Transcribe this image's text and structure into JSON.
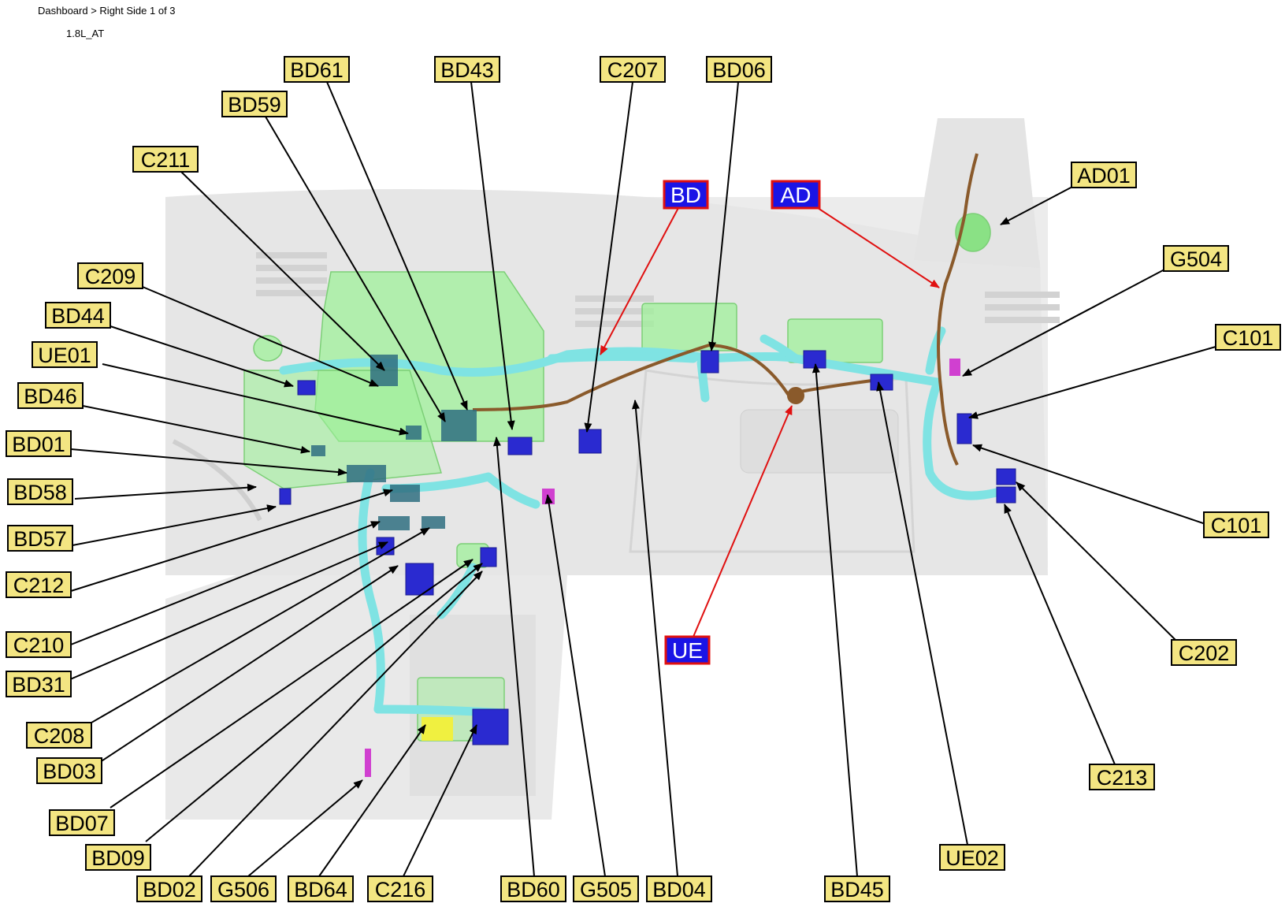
{
  "header": {
    "breadcrumb": "Dashboard > Right Side 1 of 3",
    "subtitle": "1.8L_AT"
  },
  "colors": {
    "label_fill": "#f3e582",
    "system_fill": "#1a14e6",
    "system_border": "#e01010",
    "harness_cyan": "#7fe3e3",
    "module_green": "#9ff09a",
    "ground_wire": "#8a5a2b",
    "connector_blue": "#2a2ad0",
    "ground_magenta": "#d040d0"
  },
  "system_labels": [
    {
      "id": "BD",
      "text": "BD"
    },
    {
      "id": "AD",
      "text": "AD"
    },
    {
      "id": "UE",
      "text": "UE"
    }
  ],
  "connector_labels": [
    {
      "id": "BD61",
      "text": "BD61"
    },
    {
      "id": "BD43",
      "text": "BD43"
    },
    {
      "id": "C207",
      "text": "C207"
    },
    {
      "id": "BD06",
      "text": "BD06"
    },
    {
      "id": "BD59",
      "text": "BD59"
    },
    {
      "id": "C211",
      "text": "C211"
    },
    {
      "id": "AD01",
      "text": "AD01"
    },
    {
      "id": "G504",
      "text": "G504"
    },
    {
      "id": "C101a",
      "text": "C101"
    },
    {
      "id": "C209",
      "text": "C209"
    },
    {
      "id": "BD44",
      "text": "BD44"
    },
    {
      "id": "UE01",
      "text": "UE01"
    },
    {
      "id": "BD46",
      "text": "BD46"
    },
    {
      "id": "BD01",
      "text": "BD01"
    },
    {
      "id": "BD58",
      "text": "BD58"
    },
    {
      "id": "BD57",
      "text": "BD57"
    },
    {
      "id": "C212",
      "text": "C212"
    },
    {
      "id": "C101b",
      "text": "C101"
    },
    {
      "id": "C210",
      "text": "C210"
    },
    {
      "id": "BD31",
      "text": "BD31"
    },
    {
      "id": "C202",
      "text": "C202"
    },
    {
      "id": "C208",
      "text": "C208"
    },
    {
      "id": "BD03",
      "text": "BD03"
    },
    {
      "id": "C213",
      "text": "C213"
    },
    {
      "id": "BD07",
      "text": "BD07"
    },
    {
      "id": "BD09",
      "text": "BD09"
    },
    {
      "id": "UE02",
      "text": "UE02"
    },
    {
      "id": "BD02",
      "text": "BD02"
    },
    {
      "id": "G506",
      "text": "G506"
    },
    {
      "id": "BD64",
      "text": "BD64"
    },
    {
      "id": "C216",
      "text": "C216"
    },
    {
      "id": "BD60",
      "text": "BD60"
    },
    {
      "id": "G505",
      "text": "G505"
    },
    {
      "id": "BD04",
      "text": "BD04"
    },
    {
      "id": "BD45",
      "text": "BD45"
    }
  ]
}
